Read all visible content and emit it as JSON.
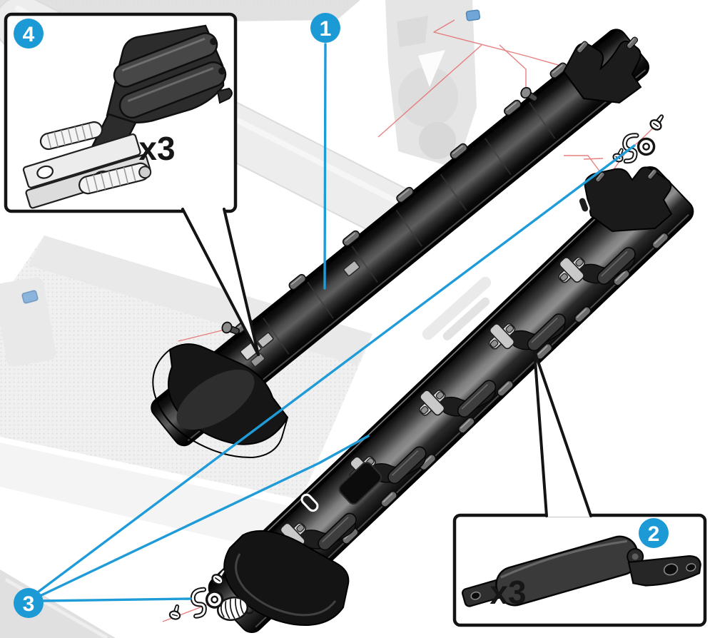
{
  "colors": {
    "accent_blue": "#1b9ad6",
    "leader_blue": "#1f9cd8",
    "leader_red": "#e57373",
    "outline_ink": "#141414",
    "rail_dark": "#111111",
    "faded_gray": "#d6d6d6"
  },
  "callouts": {
    "c1": {
      "label": "1"
    },
    "c2": {
      "label": "2"
    },
    "c3": {
      "label": "3"
    },
    "c4": {
      "label": "4"
    }
  },
  "insets": {
    "top_left": {
      "callout_label": "4",
      "quantity_label": "x3",
      "part": "pinchwheel-roller-assembly"
    },
    "bottom_right": {
      "callout_label": "2",
      "quantity_label": "x3",
      "part": "damper-roller"
    }
  }
}
